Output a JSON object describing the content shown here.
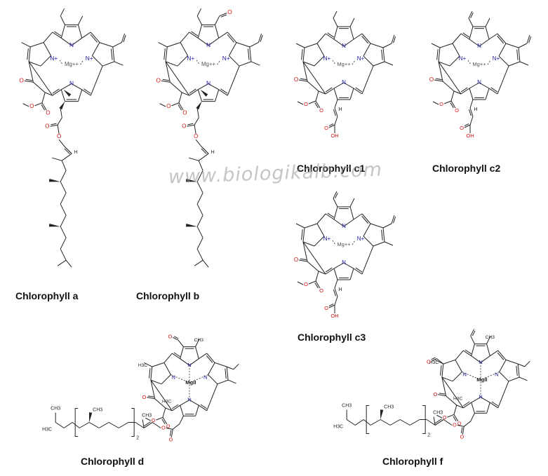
{
  "labels": {
    "a": "Chlorophyll a",
    "b": "Chlorophyll b",
    "c1": "Chlorophyll c1",
    "c2": "Chlorophyll c2",
    "c3": "Chlorophyll c3",
    "d": "Chlorophyll d",
    "f": "Chlorophyll f"
  },
  "watermark": "www.biologikalb.com",
  "atoms": {
    "N": "N",
    "N_plus": "N+",
    "mg_ion": "Mg++",
    "mg_ii": "MgII",
    "O": "O",
    "OH": "OH",
    "H": "H",
    "CH3": "CH3",
    "H3C": "H3C",
    "subscript_2": "2"
  },
  "colors": {
    "bond": "#222222",
    "oxygen": "#d01010",
    "nitrogen": "#1a1aa0",
    "magnesium": "#555555",
    "caption": "#111111",
    "watermark": "#969696"
  }
}
